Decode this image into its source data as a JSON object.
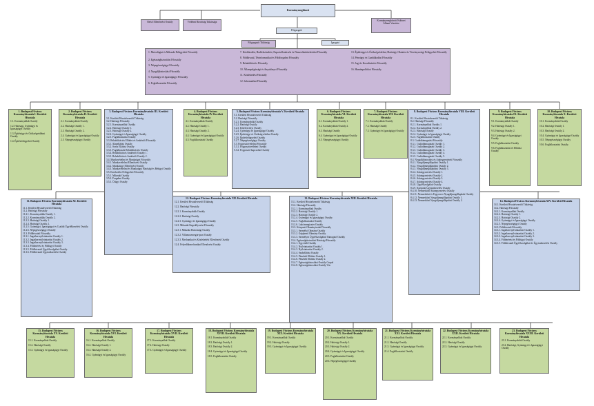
{
  "top": "Kormánymegbízott",
  "left1": "Belső Ellenőrzési Osztály",
  "left2": "Védelmi Bizottság Titkársága",
  "right1": "Kormánymegbízotti Kabinet Állami Vezetése",
  "focigazgato": "Főigazgató",
  "focig_titkarsag": "Főigazgatói Titkárság",
  "igazgato": "Igazgató",
  "main_col1": [
    "1. Metrológiai és Műszaki Felügyeleti Főosztály",
    "2. Egészségbiztosítási Főosztály",
    "3. Népegészségügyi Főosztály",
    "4. Nyugdíjbiztosítási Főosztály",
    "5. Gyámügyi és Igazságügyi Főosztály",
    "6. Foglalkoztatási Főosztály"
  ],
  "main_col2": [
    "7. Közlekedési, Hadfelszínelési, Exportellenőrzési és Nemesfémhitelesítési Főosztály",
    "8. Földhivatal, Térinformatikai és Földforgalmi Főosztály",
    "9. Rehabilitációs Főosztály",
    "10. Állampolgársági és Anyakönyvi Főosztály",
    "11. Közlekedési Főosztály",
    "12. Informatikai Főosztály"
  ],
  "main_col3": [
    "13. Építésügyi és Örökségvédelmi, Hatósági, Oktatási és Törvényességi Felügyeleti Főosztály",
    "14. Pénzügyi és Gazdálkodási Főosztály",
    "15. Jogi és Koordinációs Főosztály",
    "16. Humánpolitikai Főosztály"
  ],
  "row1": [
    {
      "title": "1. Budapest Főváros Kormányhivatala I. Kerületi Hivatala",
      "items": [
        "1.1. Kormányablak Osztály",
        "1.2. Hatósági, Gyámügyi és Igazságügyi Osztály",
        "1.3. Építésügyi és Örökségvédelmi Osztály",
        "1.4. Építésfelügyeleti Osztály"
      ]
    },
    {
      "title": "2. Budapest Főváros Kormányhivatala II. Kerületi Hivatala",
      "items": [
        "2.1. Kormányablak Osztály",
        "2.2. Hatósági Osztály 1.",
        "2.3. Hatósági Osztály 2.",
        "2.4. Gyámügyi és Igazságügyi Osztály",
        "2.5. Népegészségügyi Osztály"
      ]
    },
    {
      "title": "3. Budapest Főváros Kormányhivatala III. Kerületi Hivatala",
      "items": [
        "3.1. Kerületi Hivatalvezetői Titkárság",
        "3.2. Hatósági Főosztály",
        "3.2.1. Kormányablak Osztály",
        "3.2.2. Hatósági Osztály 1.",
        "3.2.3. Hatósági Osztály 2.",
        "3.2.4. Gyámügyi és Igazságügyi Osztály",
        "3.2.5. Foglalkoztatási Osztály",
        "3.3. Rehabilitációs Ellátási és Szakértői Főosztály",
        "3.3.1. Alapellátási Osztály",
        "3.3.2. Soros Ellátási Osztály",
        "3.3.3. Foglalkozási Rehabilitációs Osztály",
        "3.3.4. Rehabilitációs Szakértői Osztály 1.",
        "3.3.5. Rehabilitációs Szakértői Osztály 2.",
        "3.4. Munkavédelmi és Munkaügyi Főosztály",
        "3.4.1. Munkavédelmi Ellenőrzési Osztály",
        "3.4.2. Munkaügyi Ellenőrzési Osztály",
        "3.4.3. Munkavédelmi és Munkaügyi Hatósági és Belügyi Osztály",
        "3.5. Kerekedési Felügyeleti Főosztály",
        "3.5.1. Műszaki Osztály",
        "3.5.2. Forgalmi Osztály",
        "3.5.3. Útügyi Osztály"
      ]
    },
    {
      "title": "4. Budapest Főváros Kormányhivatala IV. Kerületi Hivatala",
      "items": [
        "4.1. Kormányablak Osztály",
        "4.2. Hatósági Osztály 1.",
        "4.3. Hatósági Osztály 2.",
        "4.4. Gyámügyi és Igazságügyi Osztály",
        "4.5. Foglalkoztatási Osztály"
      ]
    },
    {
      "title": "5. Budapest Főváros Kormányhivatala V. Kerületi Hivatala",
      "items": [
        "5.1. Kerületi Hivatalvezetői Titkárság",
        "5.2. Hatósági Főosztály",
        "5.2.1. Kormányablak Osztály",
        "5.2.2. Hatósági Osztály",
        "5.2.3. Kötelezvényi Osztály",
        "5.2.4. Gyámügyi és Igazságügyi Osztály",
        "5.2.5. Építésügyi és Örökségvédelmi Osztály",
        "5.2.6. Építésfelügyeleti Osztály",
        "5.2.7. Népegészségügyi Osztály",
        "5.3. Fogyasztóvédelmi Főosztály",
        "5.3.1. Fogyasztóvédelmi Osztály",
        "5.3.2. Fogyasztó-kapcsolati Osztály"
      ]
    },
    {
      "title": "6. Budapest Főváros Kormányhivatala VI. Kerületi Hivatala",
      "items": [
        "6.1. Kormányablak Osztály 1.",
        "6.2. Kormányablak Osztály 2.",
        "6.3. Hatósági Osztály",
        "6.4. Gyámügyi és Igazságügyi Osztály",
        "6.5. Népegészségügyi Osztály"
      ]
    },
    {
      "title": "7. Budapest Főváros Kormányhivatala VII. Kerületi Hivatala",
      "items": [
        "7.1. Kormányablak Osztály",
        "7.2. Hatósági Osztály",
        "7.3. Gyámügyi és Igazságügyi Osztály"
      ]
    },
    {
      "title": "8. Budapest Főváros Kormányhivatala VIII. Kerületi Hivatala",
      "items": [
        "8.1. Kerületi Hivatalvezetői Titkárság",
        "8.2. Hatósági Főosztály",
        "8.2.1. Kormányablak Osztály 1.",
        "8.2.2. Kormányablak Osztály 2.",
        "8.2.3. Hatósági Osztály",
        "8.2.4. Gyámügyi és Igazságügyi Osztály",
        "8.2.5. Foglalkoztatási Osztály",
        "8.3. Családtámogatási Főosztály",
        "8.3.1. Családtámogatási Osztály 1.",
        "8.3.2. Családtámogatási Osztály 2.",
        "8.3.3. Családtámogatási Osztály 3.",
        "8.3.4. Családtámogatási Osztály 4.",
        "8.3.5. Családtámogatási Osztály 5.",
        "8.4. Nyugdíjbiztosítási és Adategyeztetési Főosztály",
        "8.4.1. Nyugdíjmegállapítási Osztály 1.",
        "8.4.2. Nyugdíjmegállapítási Osztály 2.",
        "8.4.3. Nyugdíjmegállapítási Osztály 3.",
        "8.4.4. Adategyeztetési Osztály 1.",
        "8.4.5. Adategyeztetési Osztály 2.",
        "8.4.6. Adategyeztetési Osztály 3.",
        "8.4.7. Adategyeztetési Osztály 4.",
        "8.4.8. Ügyfélszolgálati Osztály",
        "8.4.9. Központi Ügyiratkezelési Osztály",
        "8.4.10. Nemzetközi Adategyeztetési Osztály",
        "8.4.11. Nemzetközi és Fegyveres Nyugdíjmegállapítási Osztály",
        "8.4.12. Nemzetközi Nyugdíjmegállapítási Osztály 1.",
        "8.4.13. Nemzetközi Nyugdíjmegállapítási Osztály 2."
      ]
    },
    {
      "title": "9. Budapest Főváros Kormányhivatala IX. Kerületi Hivatala",
      "items": [
        "9.1. Kormányablak Osztály",
        "9.2. Hatósági Osztály 1.",
        "9.3. Hatósági Osztály 2.",
        "9.4. Gyámügyi és Igazságügyi Osztály",
        "9.5. Foglalkoztatási Osztály",
        "9.6. Foglalkoztatási és Ellátási Osztály"
      ]
    },
    {
      "title": "10. Budapest Főváros Kormányhivatala X. Kerületi Hivatala",
      "items": [
        "10.1. Kormányablak Osztály",
        "10.2. Hatósági Osztály 1.",
        "10.3. Hatósági Osztály 2.",
        "10.4. Gyámügyi és Igazságügyi Osztály",
        "10.5. Népegészségügyi Osztály",
        "10.6. Foglalkoztatási Osztály"
      ]
    }
  ],
  "row2": [
    {
      "title": "11. Budapest Főváros Kormányhivatala XI. Kerületi Hivatala",
      "items": [
        "11.1. Kerületi Hivatalvezetői Titkárság",
        "11.2. Hatósági Főosztály",
        "11.2.1. Kormányablak Osztály 1.",
        "11.2.2. Kormányablak Osztály 2.",
        "11.2.3. Hatósági Osztály 1.",
        "11.2.4. Hatósági Osztály 2.",
        "11.2.5. Gyámügyi, Igazságügyi és Családi Ügyfélkezelési Osztály",
        "11.2.6. Népegészségügyi Osztály",
        "11.3. Földhivatali Főosztály",
        "11.3.1. Ingatlan-nyilvántartási Osztály 1.",
        "11.3.2. Ingatlan-nyilvántartási Osztály 2.",
        "11.3.3. Ingatlan-nyilvántartási Osztály 3.",
        "11.3.4. Földmérési és Földügyi Osztály",
        "11.3.5. Földhivatali Ügyfélszolgálati Osztály",
        "11.3.6. Földhivatali Ügyiratkezelési Osztály"
      ]
    },
    {
      "title": "12. Budapest Főváros Kormányhivatala XII. Kerületi Hivatala",
      "items": [
        "12.1. Kerületi Hivatalvezetői Titkárság",
        "12.2. Hatósági Főosztály",
        "12.2.1. Kormányablak Osztály",
        "12.2.2. Hatósági Osztály",
        "12.2.3. Gyámügyi és Igazságügyi Osztály",
        "12.3. Műszaki Engedélyezési Főosztály",
        "12.3.1. Műszaki Biztonsági Osztály",
        "12.3.2. Villamosenergia-ipari Osztály",
        "12.3.3. Mechanikai és Közlekedési Ellenőrzési Osztály",
        "12.4. Felyedőkmechanikai Ellenőrzési Osztály"
      ]
    },
    {
      "title": "13. Budapest Főváros Kormányhivatala XIII. Kerületi Hivatala",
      "items": [
        "13.1. Kerületi Hivatalvezetői Titkárság",
        "13.2. Hatósági Főosztály",
        "13.2.1. Kormányablak Osztály",
        "13.2.2. Hatósági Osztály 1.",
        "13.2.3. Hatósági Osztály 2.",
        "13.2.4. Gyámügyi és Igazságügyi Osztály",
        "13.2.5. Foglalkoztatási Osztály",
        "13.2.6. Lakcímregiszter Osztály",
        "13.3. Központi Okmányirodai Főosztály",
        "13.3.1. Személyi Okmány Osztály",
        "13.3.2. Gépjármű Okmány Osztály",
        "13.3.3. Személyes Ügyfélszolgálati Támogató Osztály",
        "13.4. Egészségbiztosítási Hatósági Főosztály",
        "13.4.1. Ügyviteli Osztály",
        "13.4.2. Nyilvántartási Osztály 1.",
        "13.4.3. Nyilvántartási Osztály 2.",
        "13.4.4. Szakellátási Osztály",
        "13.4.5. Pénzbeli Ellátási Osztály 1.",
        "13.4.6. Pénzbeli Ellátási Osztály 2.",
        "13.4.7. Egészségbiztosítási Osztály Csepel",
        "13.4.8. Egészségbiztosítási Osztály Vác"
      ]
    },
    {
      "title": "14. Budapest Főváros Kormányhivatala XIV. Kerületi Hivatala",
      "items": [
        "14.1. Kerületi Hivatalvezetői Titkárság",
        "14.2. Hatósági Főosztály",
        "14.2.1. Kormányablak Osztály",
        "14.2.2. Hatósági Osztály 1.",
        "14.2.3. Hatósági Osztály 2.",
        "14.2.4. Gyámügyi és Igazságügyi Osztály",
        "14.2.5. Népegészségügyi Osztály",
        "14.3. Földhivatali Főosztály",
        "14.3.1. Ingatlan-nyilvántartási Osztály 1.",
        "14.3.2. Ingatlan-nyilvántartási Osztály 2.",
        "14.3.3. Ingatlan-nyilvántartási Osztály 3.",
        "14.3.4. Földmérési és Földügyi Osztály",
        "14.3.5. Földhivatali Ügyfélszolgálati és Ügyiratkezelési Osztály"
      ]
    }
  ],
  "row3": [
    {
      "title": "15. Budapest Főváros Kormányhivatala XV. Kerületi Hivatala",
      "items": [
        "15.1. Kormányablak Osztály",
        "15.2. Hatósági Osztály",
        "15.3. Gyámügyi és Igazságügyi Osztály"
      ]
    },
    {
      "title": "16. Budapest Főváros Kormányhivatala XVI. Kerületi Hivatala",
      "items": [
        "16.1. Kormányablak Osztály",
        "16.2. Hatósági Osztály 1.",
        "16.3. Hatósági Osztály 2.",
        "16.4. Gyámügyi és Igazságügyi Osztály"
      ]
    },
    {
      "title": "17. Budapest Főváros Kormányhivatala XVII. Kerületi Hivatala",
      "items": [
        "17.1. Kormányablak Osztály",
        "17.2. Hatósági Osztály",
        "17.3. Gyámügyi és Igazságügyi Osztály"
      ]
    },
    {
      "title": "18. Budapest Főváros Kormányhivatala XVIII. Kerületi Hivatala",
      "items": [
        "18.1. Kormányablak Osztály",
        "18.2. Hatósági Osztály 1.",
        "18.3. Hatósági Osztály 2.",
        "18.4. Gyámügyi és Igazságügyi Osztály",
        "18.5. Foglalkoztatási Osztály"
      ]
    },
    {
      "title": "19. Budapest Főváros Kormányhivatala XIX. Kerületi Hivatala",
      "items": [
        "19.1. Kormányablak Osztály",
        "19.2. Hatósági Osztály",
        "19.3. Gyámügyi és Igazságügyi Osztály"
      ]
    },
    {
      "title": "20. Budapest Főváros Kormányhivatala XX. Kerületi Hivatala",
      "items": [
        "20.1. Kormányablak Osztály",
        "20.2. Hatósági Osztály 1.",
        "20.3. Hatósági Osztály 2.",
        "20.4. Gyámügyi és Igazságügyi Osztály",
        "20.5. Foglalkoztatási Osztály",
        "20.6. Népegészségügyi Osztály"
      ]
    },
    {
      "title": "21. Budapest Főváros Kormányhivatala XXI. Kerületi Hivatala",
      "items": [
        "21.1. Kormányablak Osztály",
        "21.2. Hatósági Osztály",
        "21.3. Gyámügyi és Igazságügyi Osztály",
        "21.4. Foglalkoztatási Osztály"
      ]
    },
    {
      "title": "22. Budapest Főváros Kormányhivatala XXII. Kerületi Hivatala",
      "items": [
        "22.1. Kormányablak Osztály",
        "22.2. Hatósági Osztály",
        "22.3. Gyámügyi és Igazságügyi Osztály"
      ]
    },
    {
      "title": "23. Budapest Főváros Kormányhivatala XXIII. Kerületi Hivatala",
      "items": [
        "23.1. Kormányablak Osztály",
        "23.2. Hatósági, Gyámügyi és Igazságügyi Osztály"
      ]
    }
  ]
}
